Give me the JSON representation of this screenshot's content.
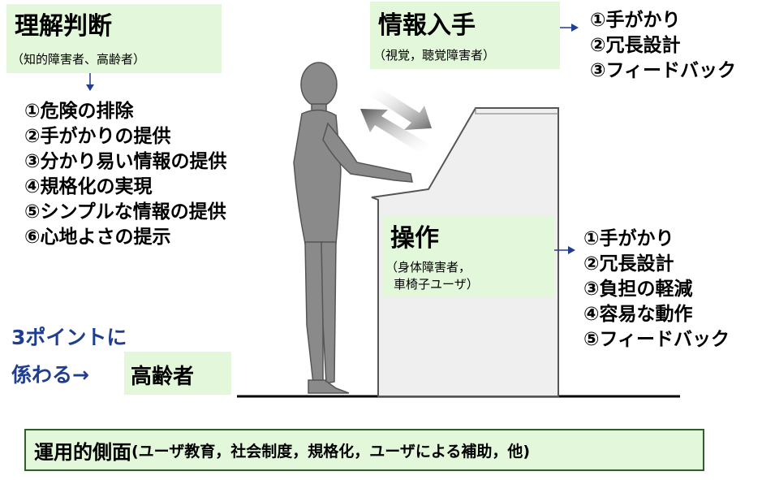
{
  "understanding": {
    "title": "理解判断",
    "subtitle": "（知的障害者、高齢者）",
    "items": [
      "①危険の排除",
      "②手がかりの提供",
      "③分かり易い情報の提供",
      "④規格化の実現",
      "⑤シンプルな情報の提供",
      "⑥心地よさの提示"
    ]
  },
  "info": {
    "title": "情報入手",
    "subtitle": "（視覚，聴覚障害者）",
    "items": [
      "①手がかり",
      "②冗長設計",
      "③フィードバック"
    ]
  },
  "operation": {
    "title": "操作",
    "subtitle_line1": "（身体障害者，",
    "subtitle_line2": "車椅子ユーザ）",
    "items": [
      "①手がかり",
      "②冗長設計",
      "③負担の軽減",
      "④容易な動作",
      "⑤フィードバック"
    ]
  },
  "three_points": {
    "line1": "3ポイントに",
    "line2": "係わる→",
    "elderly": "高齢者"
  },
  "footer": {
    "label": "運用的側面",
    "detail": "(ユーザ教育，社会制度，規格化，ユーザによる補助，他)"
  },
  "colors": {
    "box_fill": "#e3f7da",
    "arrow": "#1f3e8f",
    "text_blue": "#1f3e8f",
    "figure": "#8a8a8a",
    "machine": "#efefef",
    "footer_border": "#2f5f2a"
  }
}
